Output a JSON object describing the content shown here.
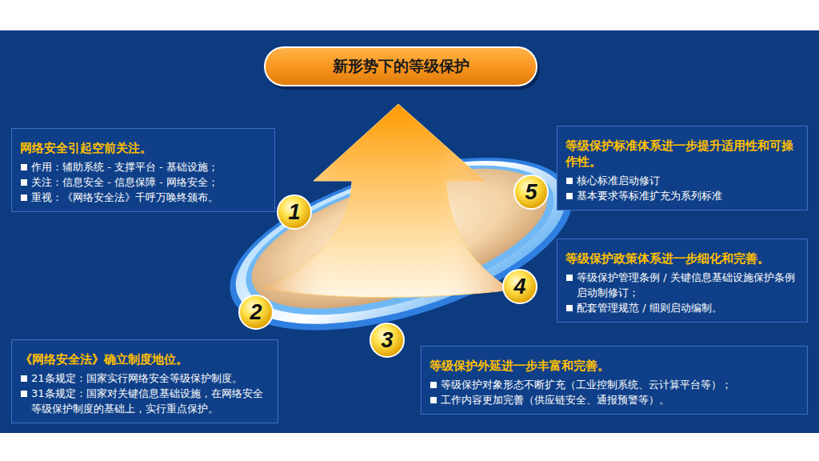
{
  "diagram": {
    "title": "新形势下的等级保护",
    "nodes": [
      {
        "text": [
          "网络安全引起空前关注。",
          "作用：辅助系统 - 支撑平台 - 基础设施；",
          "关注：信息安全 - 信息保障 - 网络安全；",
          "重视：《网络安全法》千呼万唤终颁布。"
        ]
      },
      {
        "text": [
          "等级保护标准体系进一步提升适用性和可操作性。",
          "核心标准启动修订",
          "基本要求等标准扩充为系列标准"
        ]
      },
      {
        "text": [
          "等级保护政策体系进一步细化和完善。",
          "等级保护管理条例 / 关键信息基础设施保护条例启动制修订；",
          "配套管理规范 / 细则启动编制。"
        ]
      },
      {
        "text": [
          "《网络安全法》确立制度地位。",
          "21条规定：国家实行网络安全等级保护制度。",
          "31条规定：国家对关键信息基础设施，在网络安全等级保护制度的基础上，实行重点保护。"
        ]
      },
      {
        "text": [
          "等级保护外延进一步丰富和完善。",
          "等级保护对象形态不断扩充（工业控制系统、云计算平台等）；",
          "工作内容更加完善（供应链安全、通报预警等）。"
        ]
      },
      {
        "text": [
          "1"
        ]
      },
      {
        "text": [
          "2"
        ]
      },
      {
        "text": [
          "3"
        ]
      },
      {
        "text": [
          "4"
        ]
      },
      {
        "text": [
          "5"
        ]
      }
    ]
  }
}
